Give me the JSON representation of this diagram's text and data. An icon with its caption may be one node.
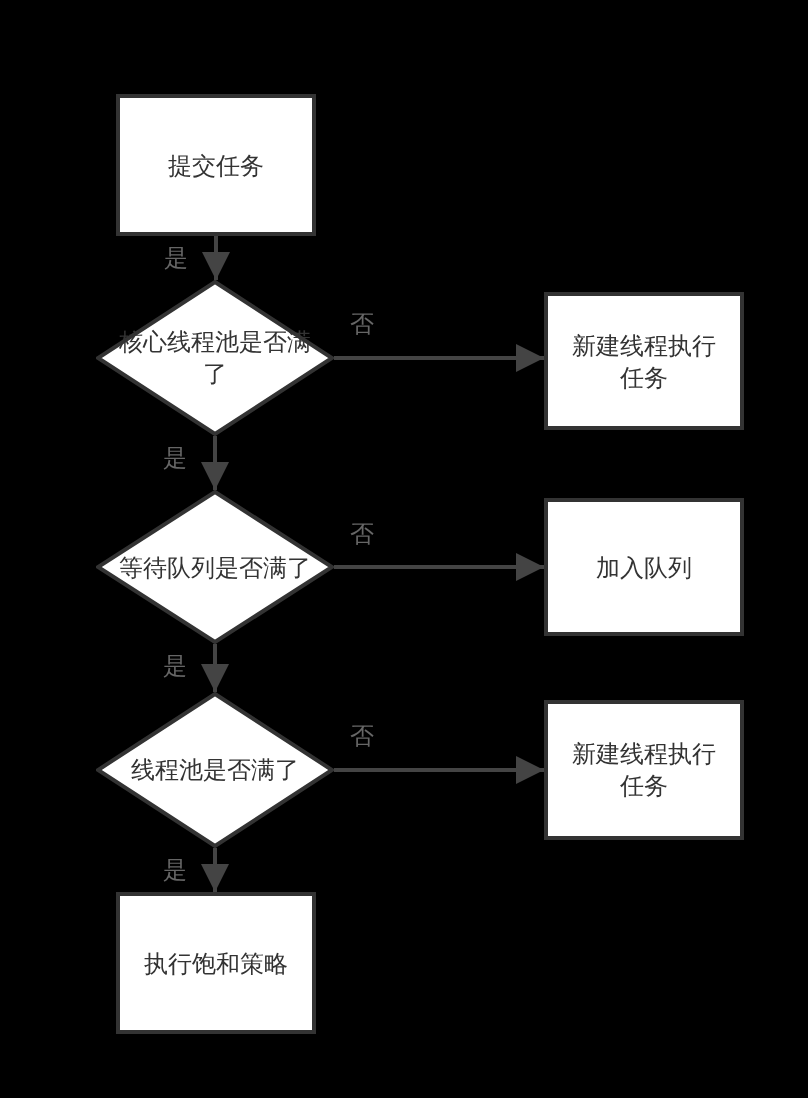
{
  "diagram": {
    "nodes": [
      {
        "text": [
          "提交任务"
        ]
      },
      {
        "text": [
          "核心线程池是否满了"
        ]
      },
      {
        "text": [
          "新建线程执行任务"
        ]
      },
      {
        "text": [
          "等待队列是否满了"
        ]
      },
      {
        "text": [
          "加入队列"
        ]
      },
      {
        "text": [
          "线程池是否满了"
        ]
      },
      {
        "text": [
          "新建线程执行任务"
        ]
      },
      {
        "text": [
          "执行饱和策略"
        ]
      }
    ],
    "edges": [
      {
        "from": 0,
        "to": 1,
        "arrow": "to",
        "label": "是"
      },
      {
        "from": 1,
        "to": 2,
        "arrow": "to",
        "label": "否"
      },
      {
        "from": 1,
        "to": 3,
        "arrow": "to",
        "label": "是"
      },
      {
        "from": 3,
        "to": 4,
        "arrow": "to",
        "label": "否"
      },
      {
        "from": 3,
        "to": 5,
        "arrow": "to",
        "label": "是"
      },
      {
        "from": 5,
        "to": 6,
        "arrow": "to",
        "label": "否"
      },
      {
        "from": 5,
        "to": 7,
        "arrow": "to",
        "label": "是"
      }
    ]
  }
}
